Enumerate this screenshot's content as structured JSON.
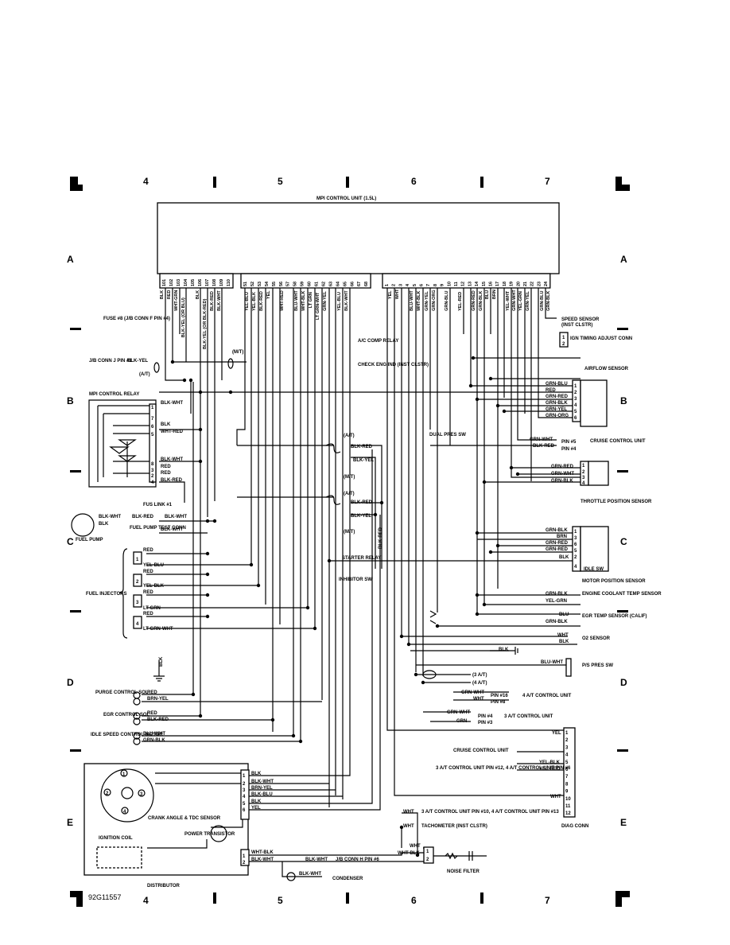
{
  "grid": {
    "columns": [
      "4",
      "5",
      "6",
      "7"
    ],
    "rows": [
      "A",
      "B",
      "C",
      "D",
      "E"
    ]
  },
  "figure_id": "92G11557",
  "ecu": {
    "title": "MPI CONTROL UNIT (1.5L)",
    "pins_left": [
      "101",
      "102",
      "103",
      "104",
      "105",
      "106",
      "107",
      "108",
      "109",
      "110"
    ],
    "pins_mid": [
      "51",
      "52",
      "53",
      "54",
      "55",
      "56",
      "57",
      "58",
      "59",
      "60",
      "61",
      "62",
      "63",
      "64",
      "65",
      "66",
      "67",
      "68"
    ],
    "pins_right": [
      "1",
      "2",
      "3",
      "4",
      "5",
      "6",
      "7",
      "8",
      "9",
      "10",
      "11",
      "12",
      "13",
      "14",
      "15",
      "16",
      "17",
      "18",
      "19",
      "20",
      "21",
      "22",
      "23",
      "24"
    ],
    "wires_left": [
      "BLK",
      "RED",
      "WHT-GRN",
      "BLK-YEL (OR BLU)",
      "BLK",
      "BLK-YEL (OR BLK-RED)",
      "BLK-RED",
      "BLK-WHT"
    ],
    "wires_mid": [
      "YEL-BLU",
      "YEL-BLK",
      "BLK-RED",
      "YEL",
      "WHT-RED",
      "BLU-WHT",
      "WHT-BLK",
      "LT GRN",
      "LT GRN-WHT",
      "GRN-YEL",
      "YEL-BLU",
      "BLK-WHT"
    ],
    "wires_right": [
      "YEL",
      "WHT",
      "BLU-WHT",
      "WHT-BLK",
      "GRN-YEL",
      "GRN-ORG",
      "GRN-BLU",
      "YEL-RED",
      "GRN-RED",
      "GRN-BLK",
      "BLU",
      "BRN",
      "YEL-WHT",
      "GRN-WHT",
      "YEL-GRN",
      "GRN-YEL",
      "GRN-BLU",
      "GRN-BLK"
    ]
  },
  "labels": {
    "fuse": "FUSE #8 (J/B CONN F PIN #4)",
    "jb_conn_j": "J/B CONN J PIN #1",
    "jb_conn_j_wire": "BLK-YEL",
    "mt": "(M/T)",
    "at": "(A/T)",
    "ac_relay": "A/C COMP RELAY",
    "check_eng": "CHECK ENG IND (INST CLSTR)",
    "speed_sensor": "SPEED SENSOR",
    "speed_sensor_sub": "(INST CLSTR)",
    "ign_timing": "IGN TIMING ADJUST CONN",
    "ign_pins": [
      "1",
      "2"
    ],
    "mpi_relay": "MPI CONTROL RELAY",
    "relay_pins": [
      "1",
      "7",
      "6",
      "5",
      "8",
      "3",
      "2",
      "4"
    ],
    "relay_wires": [
      "BLK-WHT",
      "BLK",
      "WHT-RED",
      "BLK-WHT",
      "RED",
      "RED",
      "BLK-RED"
    ],
    "fuse_link": "FUS LINK #1",
    "fuel_pump": "FUEL PUMP",
    "fuel_pump_test": "FUEL PUMP TEST CONN",
    "fuel_pump_wires": [
      "BLK-WHT",
      "BLK",
      "BLK-RED",
      "BLK-WHT",
      "BLK-WHT"
    ],
    "fuel_injectors": "FUEL INJECTORS",
    "injector_nums": [
      "1",
      "2",
      "3",
      "4"
    ],
    "injector_wires": [
      "RED",
      "YEL-BLU",
      "RED",
      "YEL-BLK",
      "RED",
      "LT GRN",
      "RED",
      "LT GRN-WHT"
    ],
    "relay_block": [
      "BLK-RED",
      "BLK-YEL",
      "BLK-RED",
      "BLK-YEL",
      "BLK-RED"
    ],
    "starter_relay": "STARTER RELAY",
    "inhibitor_sw": "INHIBITOR SW",
    "dual_pres_sw": "DUAL PRES SW",
    "airflow_sensor": "AIRFLOW SENSOR",
    "airflow_wires": [
      "GRN-BLU",
      "RED",
      "GRN-RED",
      "GRN-BLK",
      "GRN-YEL",
      "GRN-ORG"
    ],
    "pin_nums6": [
      "1",
      "2",
      "3",
      "4",
      "5",
      "6"
    ],
    "cruise": "CRUISE CONTROL UNIT",
    "cruise_pins": [
      "PIN #5",
      "PIN #4"
    ],
    "cruise_wires": [
      "GRN-WHT",
      "BLK-RED"
    ],
    "tps": "THROTTLE POSITION SENSOR",
    "tps_wires": [
      "GRN-RED",
      "GRN-WHT",
      "GRN-BLK"
    ],
    "tps_pins": [
      "1",
      "2",
      "3",
      "4"
    ],
    "mps": "MOTOR POSITION SENSOR",
    "mps_wires": [
      "GRN-BLK",
      "BRN",
      "GRN-RED",
      "GRN-RED",
      "BLK"
    ],
    "mps_pins": [
      "1",
      "3",
      "6",
      "5",
      "2",
      "4"
    ],
    "idle_sw": "IDLE SW",
    "coolant": "ENGINE COOLANT TEMP SENSOR",
    "coolant_wires": [
      "GRN-BLK",
      "YEL-GRN"
    ],
    "egr_temp": "EGR TEMP SENSOR (CALIF)",
    "egr_temp_wires": [
      "BLU",
      "GRN-BLK"
    ],
    "o2": "O2 SENSOR",
    "o2_wires": [
      "WHT",
      "BLK",
      "BLK"
    ],
    "ps_sw": "P/S PRES SW",
    "ps_wire": "BLU-WHT",
    "at3": "(3 A/T)",
    "at4": "(4 A/T)",
    "at4_unit": "4 A/T CONTROL UNIT",
    "at4_pins": [
      "PIN #16",
      "PIN #8"
    ],
    "at4_wires": [
      "GRN-WHT",
      "WHT"
    ],
    "at3_unit": "3 A/T CONTROL UNIT",
    "at3_pins": [
      "PIN #4",
      "PIN #3"
    ],
    "at3_wires": [
      "GRN-WHT",
      "GRN"
    ],
    "purge": "PURGE CONTROL SOL",
    "purge_wires": [
      "RED",
      "BRN-YEL"
    ],
    "egr_sol": "EGR CONTROL SOL",
    "egr_sol_wires": [
      "RED",
      "BLK-RED"
    ],
    "isc": "IDLE SPEED CONTROL MOTOR",
    "isc_wires": [
      "BLU-WHT",
      "GRN-BLK"
    ],
    "blk_ground": "BLK",
    "diag": "DIAG CONN",
    "diag_pins": [
      "1",
      "2",
      "3",
      "4",
      "5",
      "6",
      "7",
      "8",
      "9",
      "10",
      "11",
      "12"
    ],
    "diag_yel": "YEL",
    "diag_wht": "WHT",
    "diag_cruise": "CRUISE CONTROL UNIT",
    "diag_cruise_wires": [
      "YEL-BLK",
      "YEL-RED"
    ],
    "diag_at": "3 A/T CONTROL UNIT PIN #12, 4 A/T CONTROL UNIT PIN #6",
    "crank": "CRANK ANGLE & TDC SENSOR",
    "crank_nums": [
      "1",
      "2",
      "3",
      "4"
    ],
    "dist_pins": [
      "1",
      "2",
      "3",
      "4",
      "5",
      "6"
    ],
    "dist_wires": [
      "BLK",
      "BLK-WHT",
      "BRN-YEL",
      "BLK-BLU",
      "BLK",
      "YEL"
    ],
    "power_tr": "POWER TRANSISTOR",
    "ign_coil": "IGNITION COIL",
    "distributor": "DISTRIBUTOR",
    "dist_lower_pins": [
      "1",
      "2"
    ],
    "dist_lower_wires": [
      "WHT-BLK",
      "BLK-WHT"
    ],
    "jb_conn_h": "J/B CONN H PIN #6",
    "jb_conn_h_wires": [
      "BLK-WHT",
      "BLK-WHT"
    ],
    "condenser": "CONDENSER",
    "wht_at": "3 A/T CONTROL UNIT PIN #10, 4 A/T CONTROL UNIT PIN #13",
    "tach": "TACHOMETER (INST CLSTR)",
    "noise_filter": "NOISE FILTER",
    "noise_wires": [
      "WHT",
      "WHT",
      "WHT",
      "WHT-BLK"
    ],
    "noise_pins": [
      "1",
      "2"
    ]
  },
  "colors": {
    "ink": "#000000",
    "paper": "#ffffff"
  }
}
